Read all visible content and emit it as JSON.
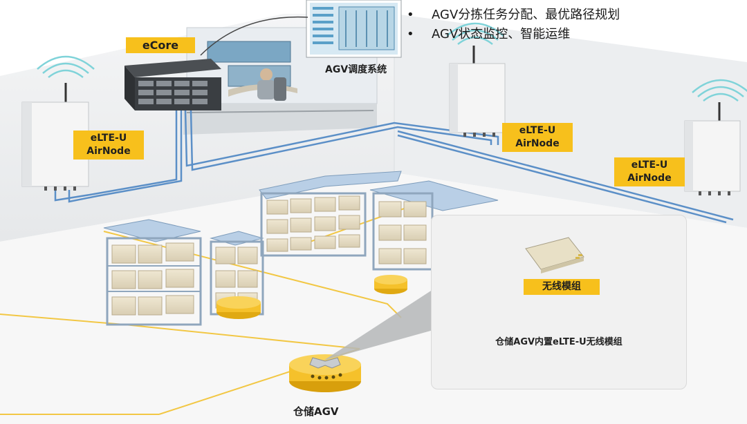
{
  "bullets": [
    "AGV分拣任务分配、最优路径规划",
    "AGV状态监控、智能运维"
  ],
  "labels": {
    "ecore": "eCore",
    "dispatch_system": "AGV调度系统",
    "airnode_left": "eLTE-U\nAirNode",
    "airnode_mid": "eLTE-U\nAirNode",
    "airnode_right": "eLTE-U\nAirNode",
    "wireless_module": "无线模组",
    "callout_caption": "仓储AGV内置eLTE-U无线模组",
    "agv": "仓储AGV"
  },
  "colors": {
    "label_bg": "#f7c01c",
    "cable": "#5b8fc7",
    "wifi_arc": "#7fd3d9",
    "shelf_top": "#b9cfe6",
    "floor_line": "#f2c744"
  }
}
